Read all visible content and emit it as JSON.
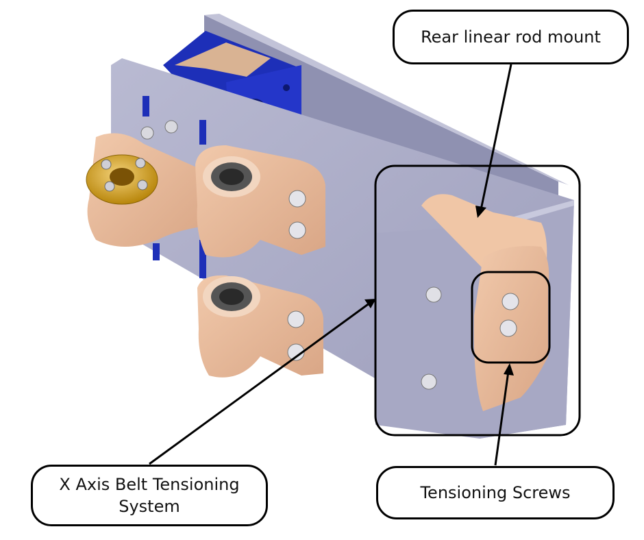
{
  "labels": {
    "rear_rod_mount": "Rear linear rod mount",
    "belt_tensioning_line1": "X Axis Belt Tensioning",
    "belt_tensioning_line2": "System",
    "tensioning_screws": "Tensioning Screws"
  },
  "colors": {
    "plate": "#a9aac4",
    "plate_dark": "#8c8eae",
    "printed_part": "#e8b99a",
    "motor_mount": "#1d2fb8",
    "bearing": "#555555",
    "brass_nut": "#d6a727",
    "outline": "#000000"
  },
  "icons": [
    "bearing-icon",
    "bolt-head-icon",
    "brass-lead-screw-nut-icon"
  ]
}
